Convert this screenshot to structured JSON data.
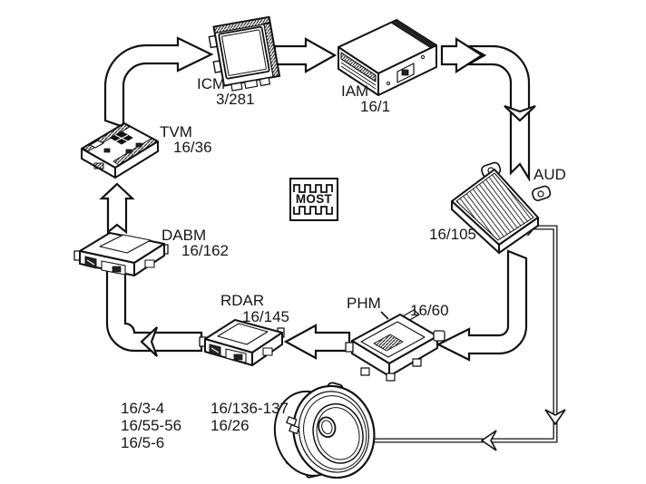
{
  "icm": {
    "name": "ICM",
    "ref": "3/281"
  },
  "iam": {
    "name": "IAM",
    "ref": "16/1"
  },
  "aud": {
    "name": "AUD",
    "ref": "16/105"
  },
  "phm": {
    "name": "PHM",
    "ref": "16/60"
  },
  "rdar": {
    "name": "RDAR",
    "ref": "16/145"
  },
  "dabm": {
    "name": "DABM",
    "ref": "16/162"
  },
  "tvm": {
    "name": "TVM",
    "ref": "16/36"
  },
  "most": {
    "label": "MOST"
  },
  "speaker": {
    "refs_col1": [
      "16/3-4",
      "16/55-56",
      "16/5-6"
    ],
    "refs_col2": [
      "16/136-137",
      "16/26"
    ]
  },
  "colors": {
    "ink": "#161616",
    "bg": "#ffffff"
  }
}
